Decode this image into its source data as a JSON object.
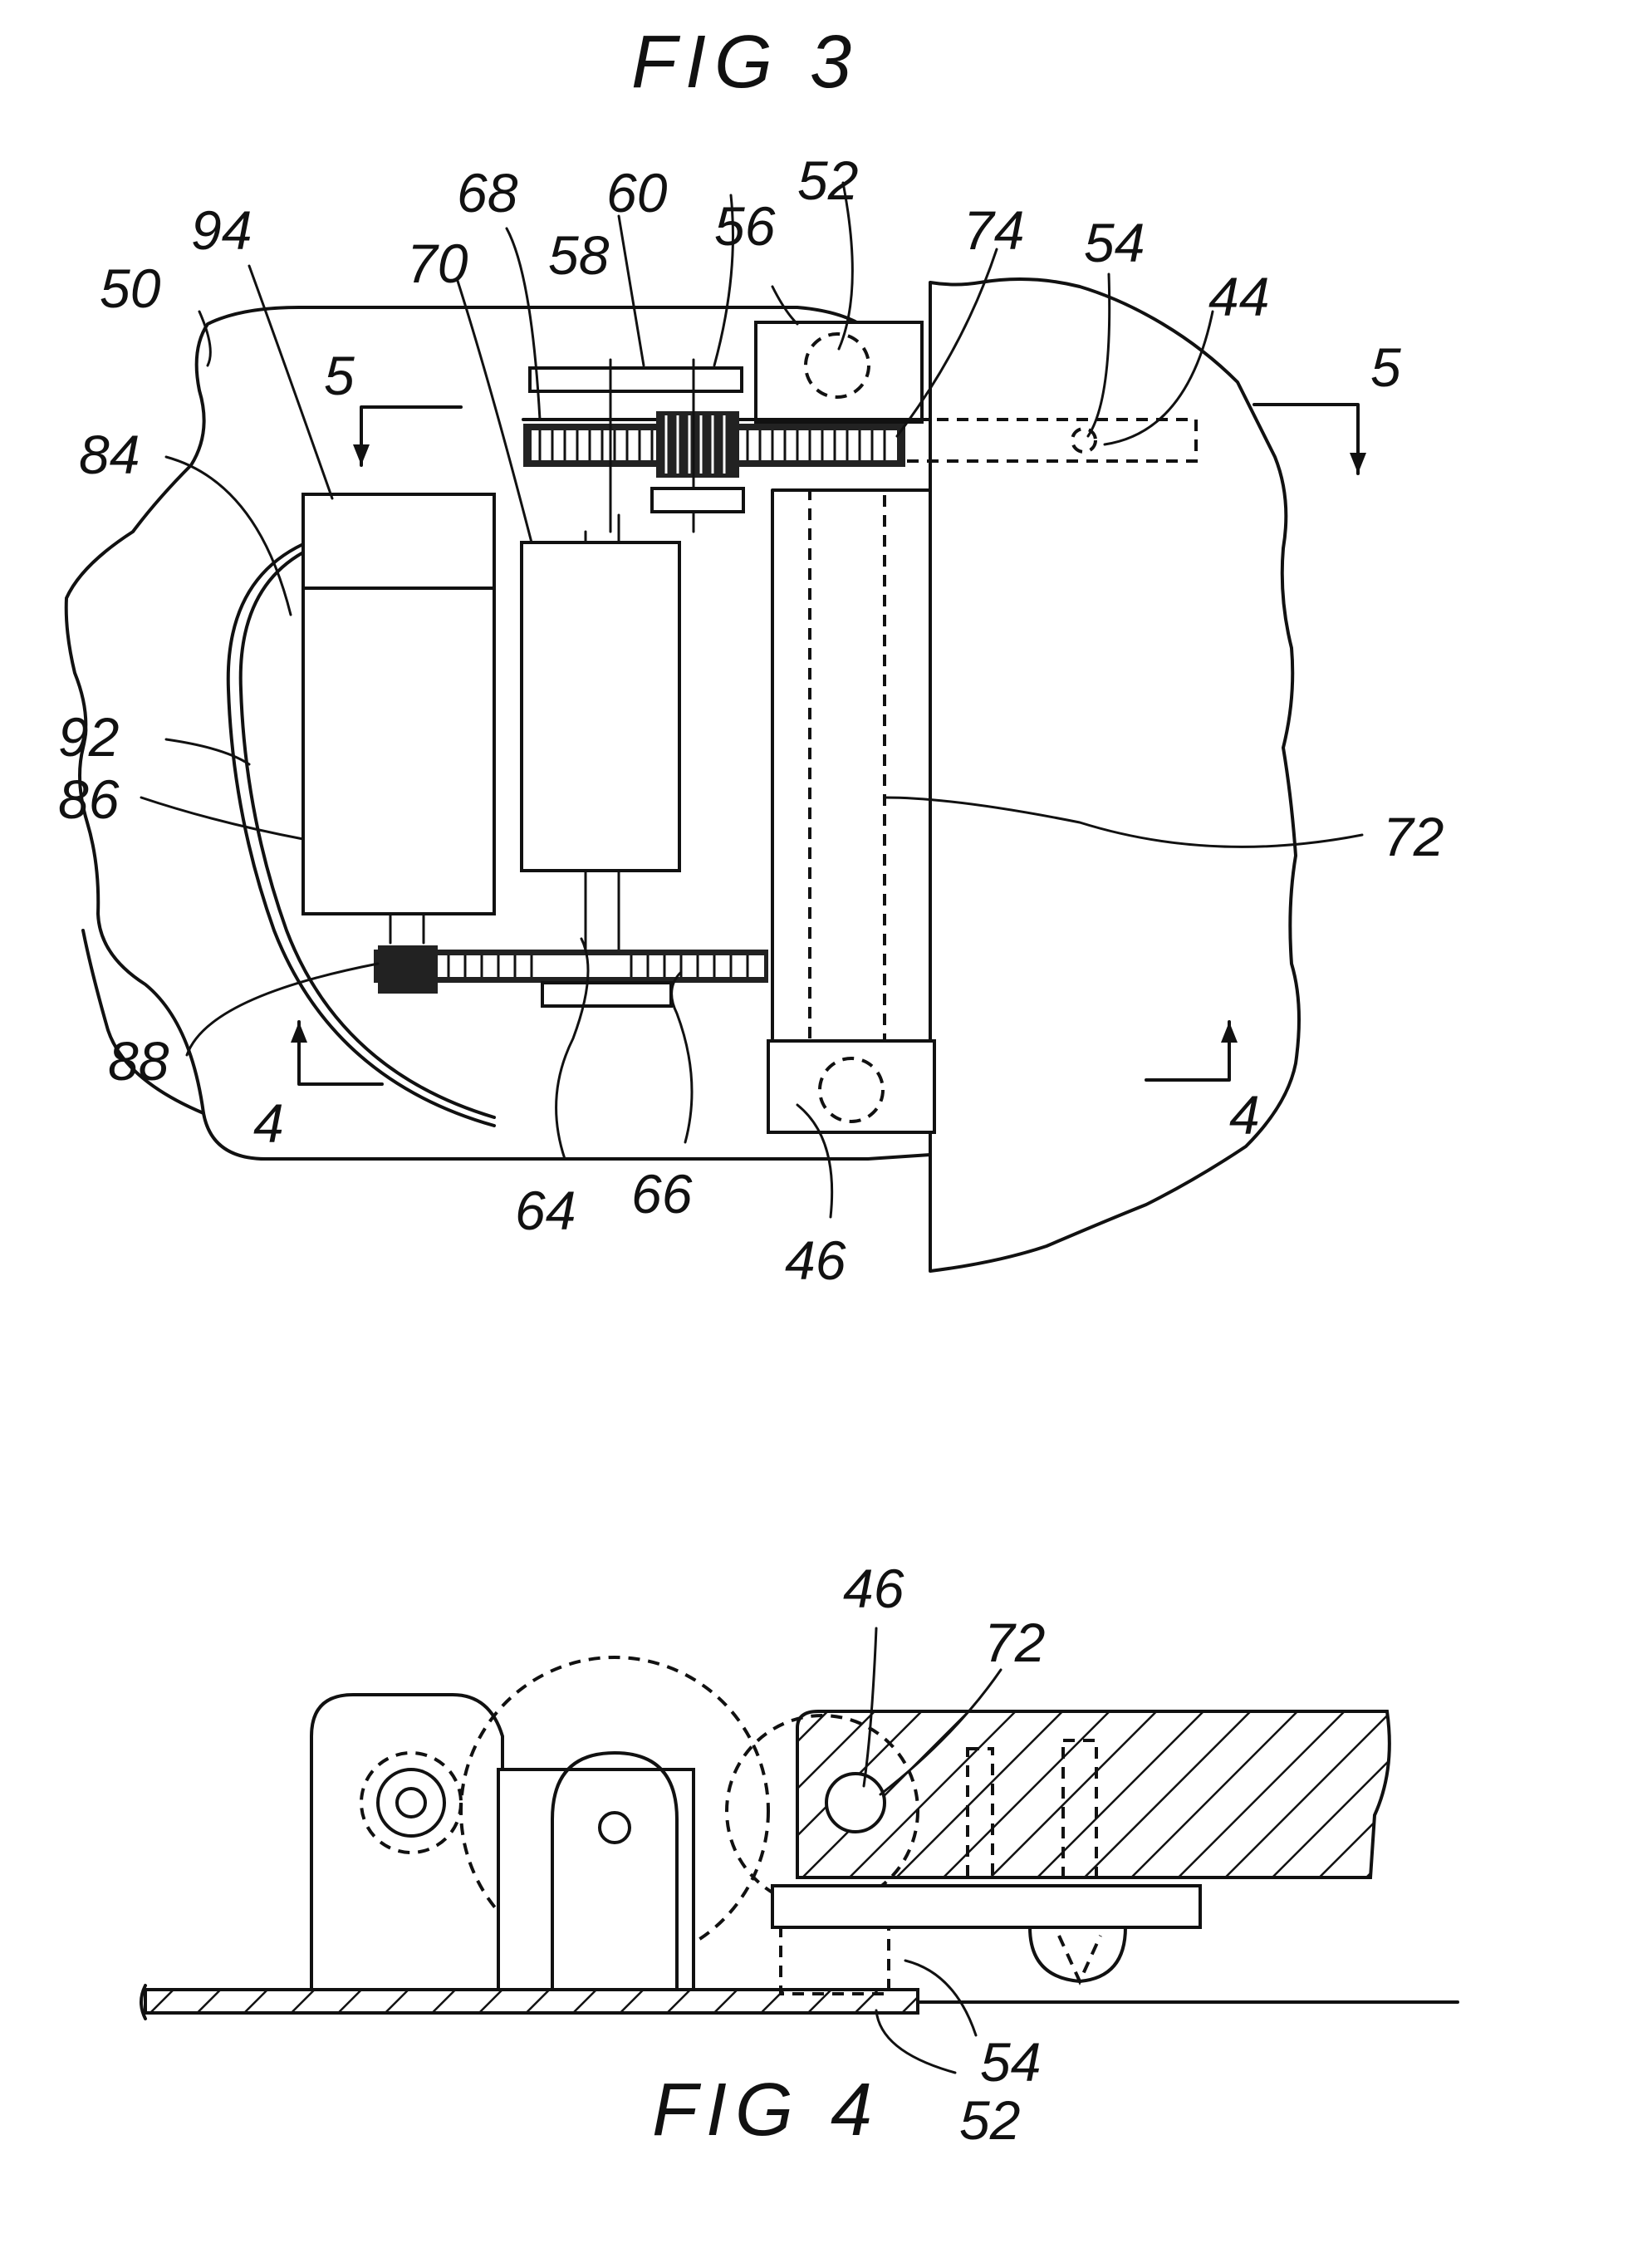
{
  "figures": [
    {
      "title": "FIG 3",
      "labels": [
        "94",
        "50",
        "68",
        "60",
        "52",
        "56",
        "58",
        "70",
        "74",
        "54",
        "44",
        "5",
        "5",
        "84",
        "92",
        "86",
        "72",
        "88",
        "4",
        "4",
        "64",
        "66",
        "46"
      ]
    },
    {
      "title": "FIG 4",
      "labels": [
        "46",
        "72",
        "54",
        "52"
      ]
    }
  ]
}
